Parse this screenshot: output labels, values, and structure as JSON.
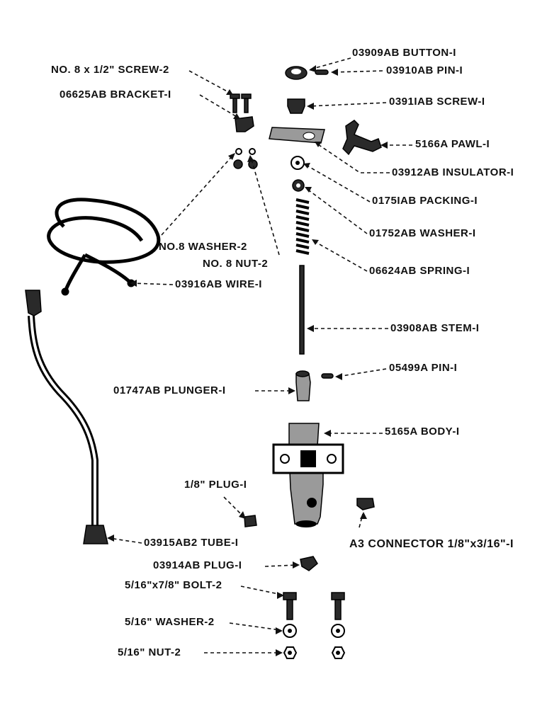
{
  "labels": {
    "button": "03909AB  BUTTON-I",
    "pin_top": "03910AB  PIN-I",
    "screw_top": "0391IAB  SCREW-I",
    "pawl": "5166A  PAWL-I",
    "insulator": "03912AB  INSULATOR-I",
    "packing": "0175IAB  PACKING-I",
    "washer_small": "01752AB  WASHER-I",
    "spring": "06624AB  SPRING-I",
    "stem": "03908AB  STEM-I",
    "pin_mid": "05499A  PIN-I",
    "body": "5165A  BODY-I",
    "plunger": "01747AB  PLUNGER-I",
    "screw_bracket": "NO. 8 x 1/2\"  SCREW-2",
    "bracket": "06625AB  BRACKET-I",
    "no8_washer": "NO.8  WASHER-2",
    "no8_nut": "NO. 8  NUT-2",
    "wire": "03916AB  WIRE-I",
    "plug_small": "1/8\"  PLUG-I",
    "connector": "A3 CONNECTOR  1/8\"x3/16\"-I",
    "tube": "03915AB2  TUBE-I",
    "plug_bottom": "03914AB  PLUG-I",
    "bolt": "5/16\"x7/8\" BOLT-2",
    "washer_516": "5/16\"  WASHER-2",
    "nut_516": "5/16\"  NUT-2"
  }
}
